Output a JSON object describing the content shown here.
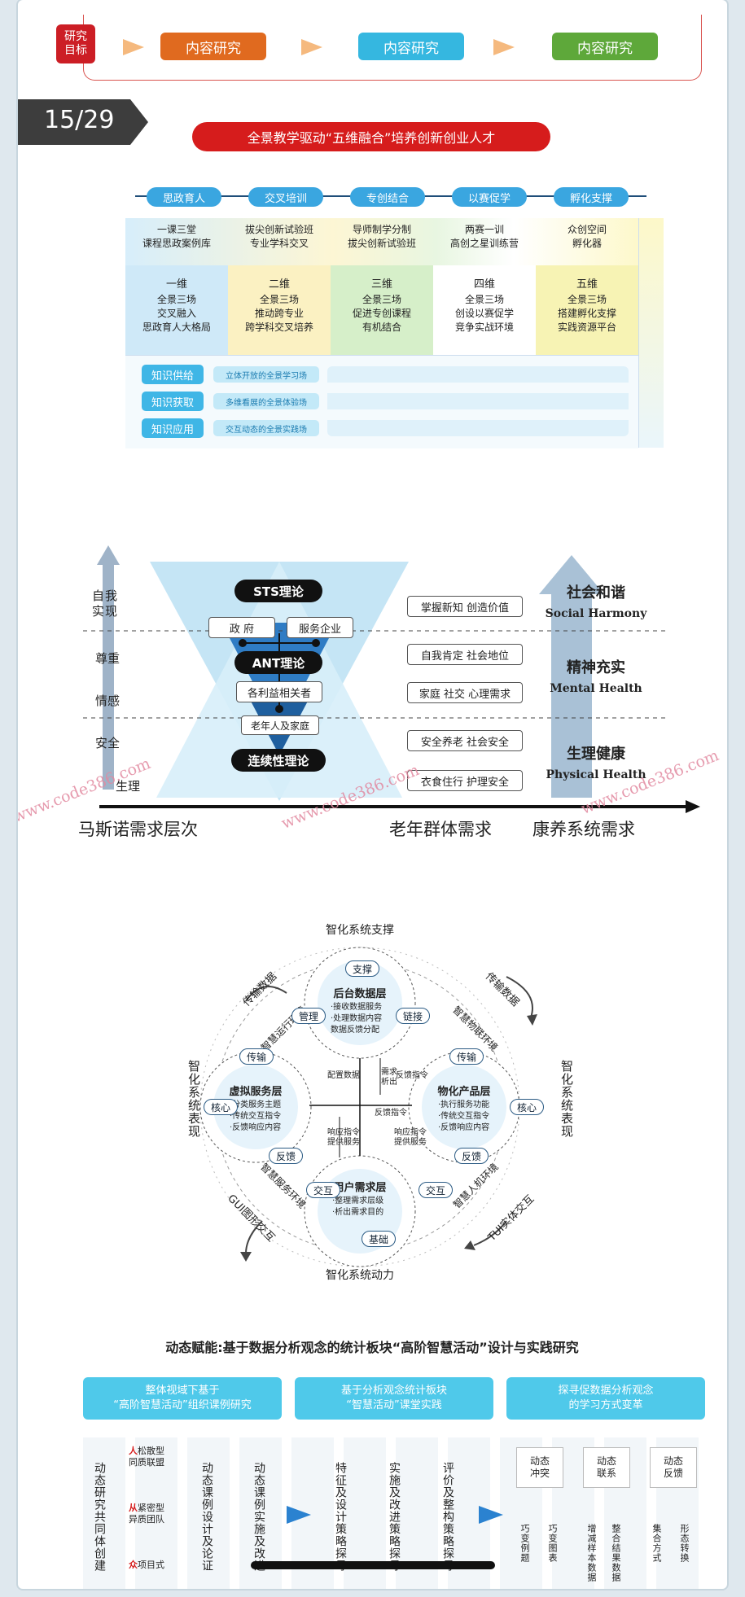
{
  "top": {
    "target_label": "研究\n目标",
    "steps": [
      "内容研究",
      "内容研究",
      "内容研究"
    ],
    "colors": [
      "#e06a1f",
      "#35b7e0",
      "#5ea83a"
    ]
  },
  "page_counter": "15/29",
  "s1": {
    "banner": "全景教学驱动“五维融合”培养创新创业人才",
    "tabs": [
      "思政育人",
      "交叉培训",
      "专创结合",
      "以赛促学",
      "孵化支撑"
    ],
    "top_texts": [
      "一课三堂\n课程思政案例库",
      "拔尖创新试验班\n专业学科交叉",
      "导师制学分制\n拔尖创新试验班",
      "两赛一训\n高创之星训练营",
      "众创空间\n孵化器"
    ],
    "dims": [
      {
        "title": "一维",
        "text": "全景三场\n交叉融入\n思政育人大格局"
      },
      {
        "title": "二维",
        "text": "全景三场\n推动跨专业\n跨学科交叉培养"
      },
      {
        "title": "三维",
        "text": "全景三场\n促进专创课程\n有机结合"
      },
      {
        "title": "四维",
        "text": "全景三场\n创设以赛促学\n竞争实战环境"
      },
      {
        "title": "五维",
        "text": "全景三场\n搭建孵化支撑\n实践资源平台"
      }
    ],
    "rows": [
      {
        "tag": "知识供给",
        "bar": "立体开放的全景学习场"
      },
      {
        "tag": "知识获取",
        "bar": "多维看展的全景体验场"
      },
      {
        "tag": "知识应用",
        "bar": "交互动态的全景实践场"
      }
    ]
  },
  "s2": {
    "maslow": [
      "自我\n实现",
      "尊重",
      "情感",
      "安全",
      "生理"
    ],
    "theories": [
      "STS理论",
      "ANT理论",
      "连续性理论"
    ],
    "nodes": [
      "政 府",
      "服务企业",
      "各利益相关者",
      "老年人及家庭"
    ],
    "needs": [
      "掌握新知 创造价值",
      "自我肯定 社会地位",
      "家庭 社交 心理需求",
      "安全养老 社会安全",
      "衣食住行 护理安全"
    ],
    "goals": [
      {
        "cn": "社会和谐",
        "en": "Social Harmony"
      },
      {
        "cn": "精神充实",
        "en": "Mental Health"
      },
      {
        "cn": "生理健康",
        "en": "Physical Health"
      }
    ],
    "axis": [
      "马斯诺需求层次",
      "老年群体需求",
      "康养系统需求"
    ],
    "watermark": "www.code386.com"
  },
  "s3": {
    "top": "智化系统支撑",
    "bottom": "智化系统动力",
    "left": "智化系统表现",
    "right": "智化系统表现",
    "arc_tl": "传输数据",
    "arc_tr": "传输数据",
    "arc_bl": "GUI图形交互",
    "arc_br": "TUI实体交互",
    "env_tl": "智慧运行环境",
    "env_tr": "智慧物联环境",
    "env_bl": "智慧服务环境",
    "env_br": "智慧人机环境",
    "c_top": {
      "title": "后台数据层",
      "items": [
        "·接收数据服务",
        "·处理数据内容",
        "数据反馈分配"
      ]
    },
    "c_left": {
      "title": "虚拟服务层",
      "items": [
        "·分类服务主题",
        "·传统交互指令",
        "·反馈响应内容"
      ]
    },
    "c_right": {
      "title": "物化产品层",
      "items": [
        "·执行服务功能",
        "·传统交互指令",
        "·反馈响应内容"
      ]
    },
    "c_bottom": {
      "title": "用户需求层",
      "items": [
        "·整理需求层级",
        "·析出需求目的"
      ]
    },
    "tags": {
      "support": "支撑",
      "manage": "管理",
      "link": "链接",
      "trans_l": "传输",
      "trans_r": "传输",
      "core_l": "核心",
      "core_r": "核心",
      "fb_l": "反馈",
      "fb_r": "反馈",
      "inter_l": "交互",
      "inter_r": "交互",
      "base": "基础"
    },
    "mid": {
      "config": "配置数据",
      "need_ana": "需求\n析出",
      "fb_cmd": "反馈指令",
      "fb_cmd2": "反馈指令",
      "resp_l": "响应指令\n提供服务",
      "resp_r": "响应指令\n提供服务"
    }
  },
  "s4": {
    "title": "动态赋能:基于数据分析观念的统计板块“高阶智慧活动”设计与实践研究",
    "heads": [
      "整体视域下基于\n“高阶智慧活动”组织课例研究",
      "基于分析观念统计板块\n“智慧活动”课堂实践",
      "探寻促数据分析观念\n的学习方式变革"
    ],
    "col1": "动态研究共同体创建",
    "groups": [
      {
        "mark": "人",
        "text": "松散型\n同质联盟"
      },
      {
        "mark": "从",
        "text": "紧密型\n异质团队"
      },
      {
        "mark": "众",
        "text": "项目式"
      }
    ],
    "col2": "动态课例设计及论证",
    "col3": "动态课例实施及改进",
    "col4": "特征及设计策略探寻",
    "col5": "实施及改进策略探寻",
    "col6": "评价及整构策略探寻",
    "dyn": [
      "动态\n冲突",
      "动态\n联系",
      "动态\n反馈"
    ],
    "sub": [
      "巧变例题",
      "巧变图表",
      "增减样本数据",
      "整合结果数据",
      "集合方式",
      "形态转换"
    ]
  }
}
